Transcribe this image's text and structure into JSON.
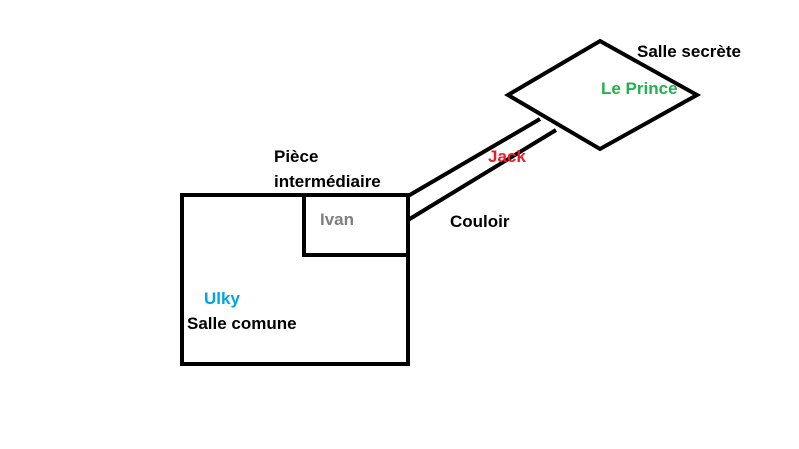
{
  "labels": {
    "salle_secrete": "Salle secrète",
    "le_prince": "Le Prince",
    "piece_line1": "Pièce",
    "piece_line2": "intermédiaire",
    "jack": "Jack",
    "ivan": "Ivan",
    "couloir": "Couloir",
    "ulky": "Ulky",
    "salle_comune": "Salle comune"
  },
  "colors": {
    "line": "#000000",
    "le_prince": "#22b14c",
    "jack": "#ed1c24",
    "ivan": "#7f7f7f",
    "ulky": "#00a2e8",
    "default_text": "#000000"
  }
}
